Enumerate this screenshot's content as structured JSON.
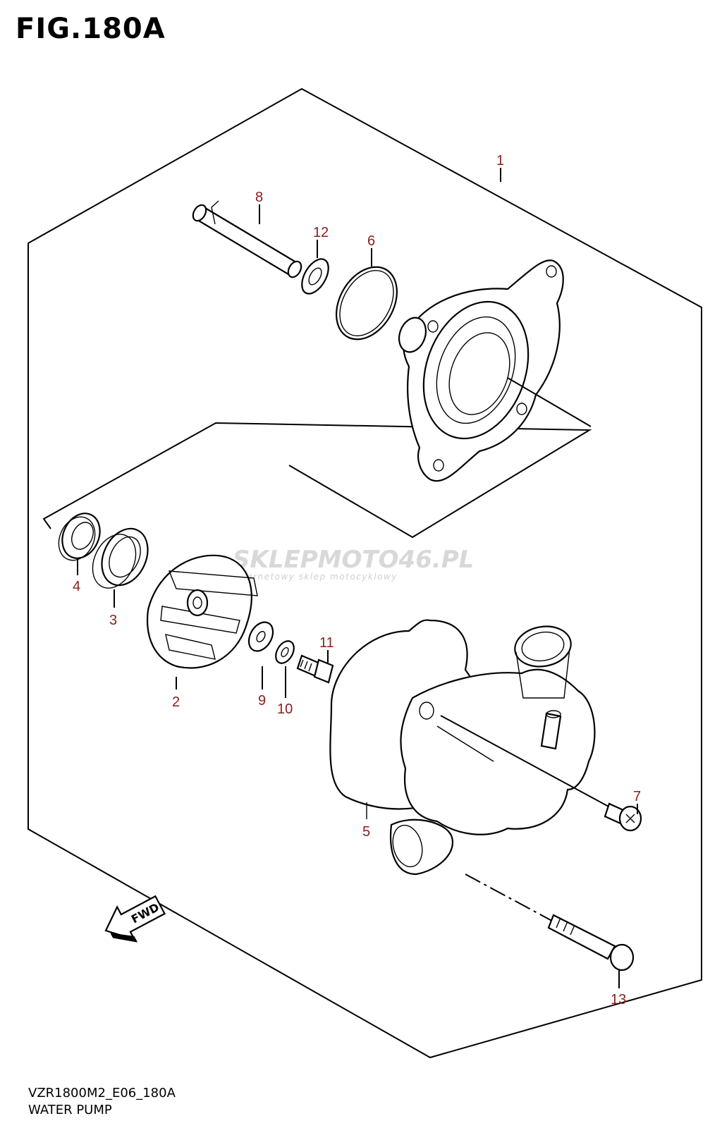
{
  "figure": {
    "title": "FIG.180A",
    "model_code": "VZR1800M2_E06_180A",
    "name": "WATER PUMP"
  },
  "watermark": {
    "brand": "SKLEPMOTO46.PL",
    "tagline": "internetowy sklep motocyklowy"
  },
  "direction_arrow": {
    "label": "FWD"
  },
  "callouts": {
    "c1": "1",
    "c2": "2",
    "c3": "3",
    "c4": "4",
    "c5": "5",
    "c6": "6",
    "c7": "7",
    "c8": "8",
    "c9": "9",
    "c10": "10",
    "c11": "11",
    "c12": "12",
    "c13": "13"
  },
  "colors": {
    "callout": "#8b1d1d",
    "line": "#000000",
    "watermark": "#d8d8d8"
  }
}
